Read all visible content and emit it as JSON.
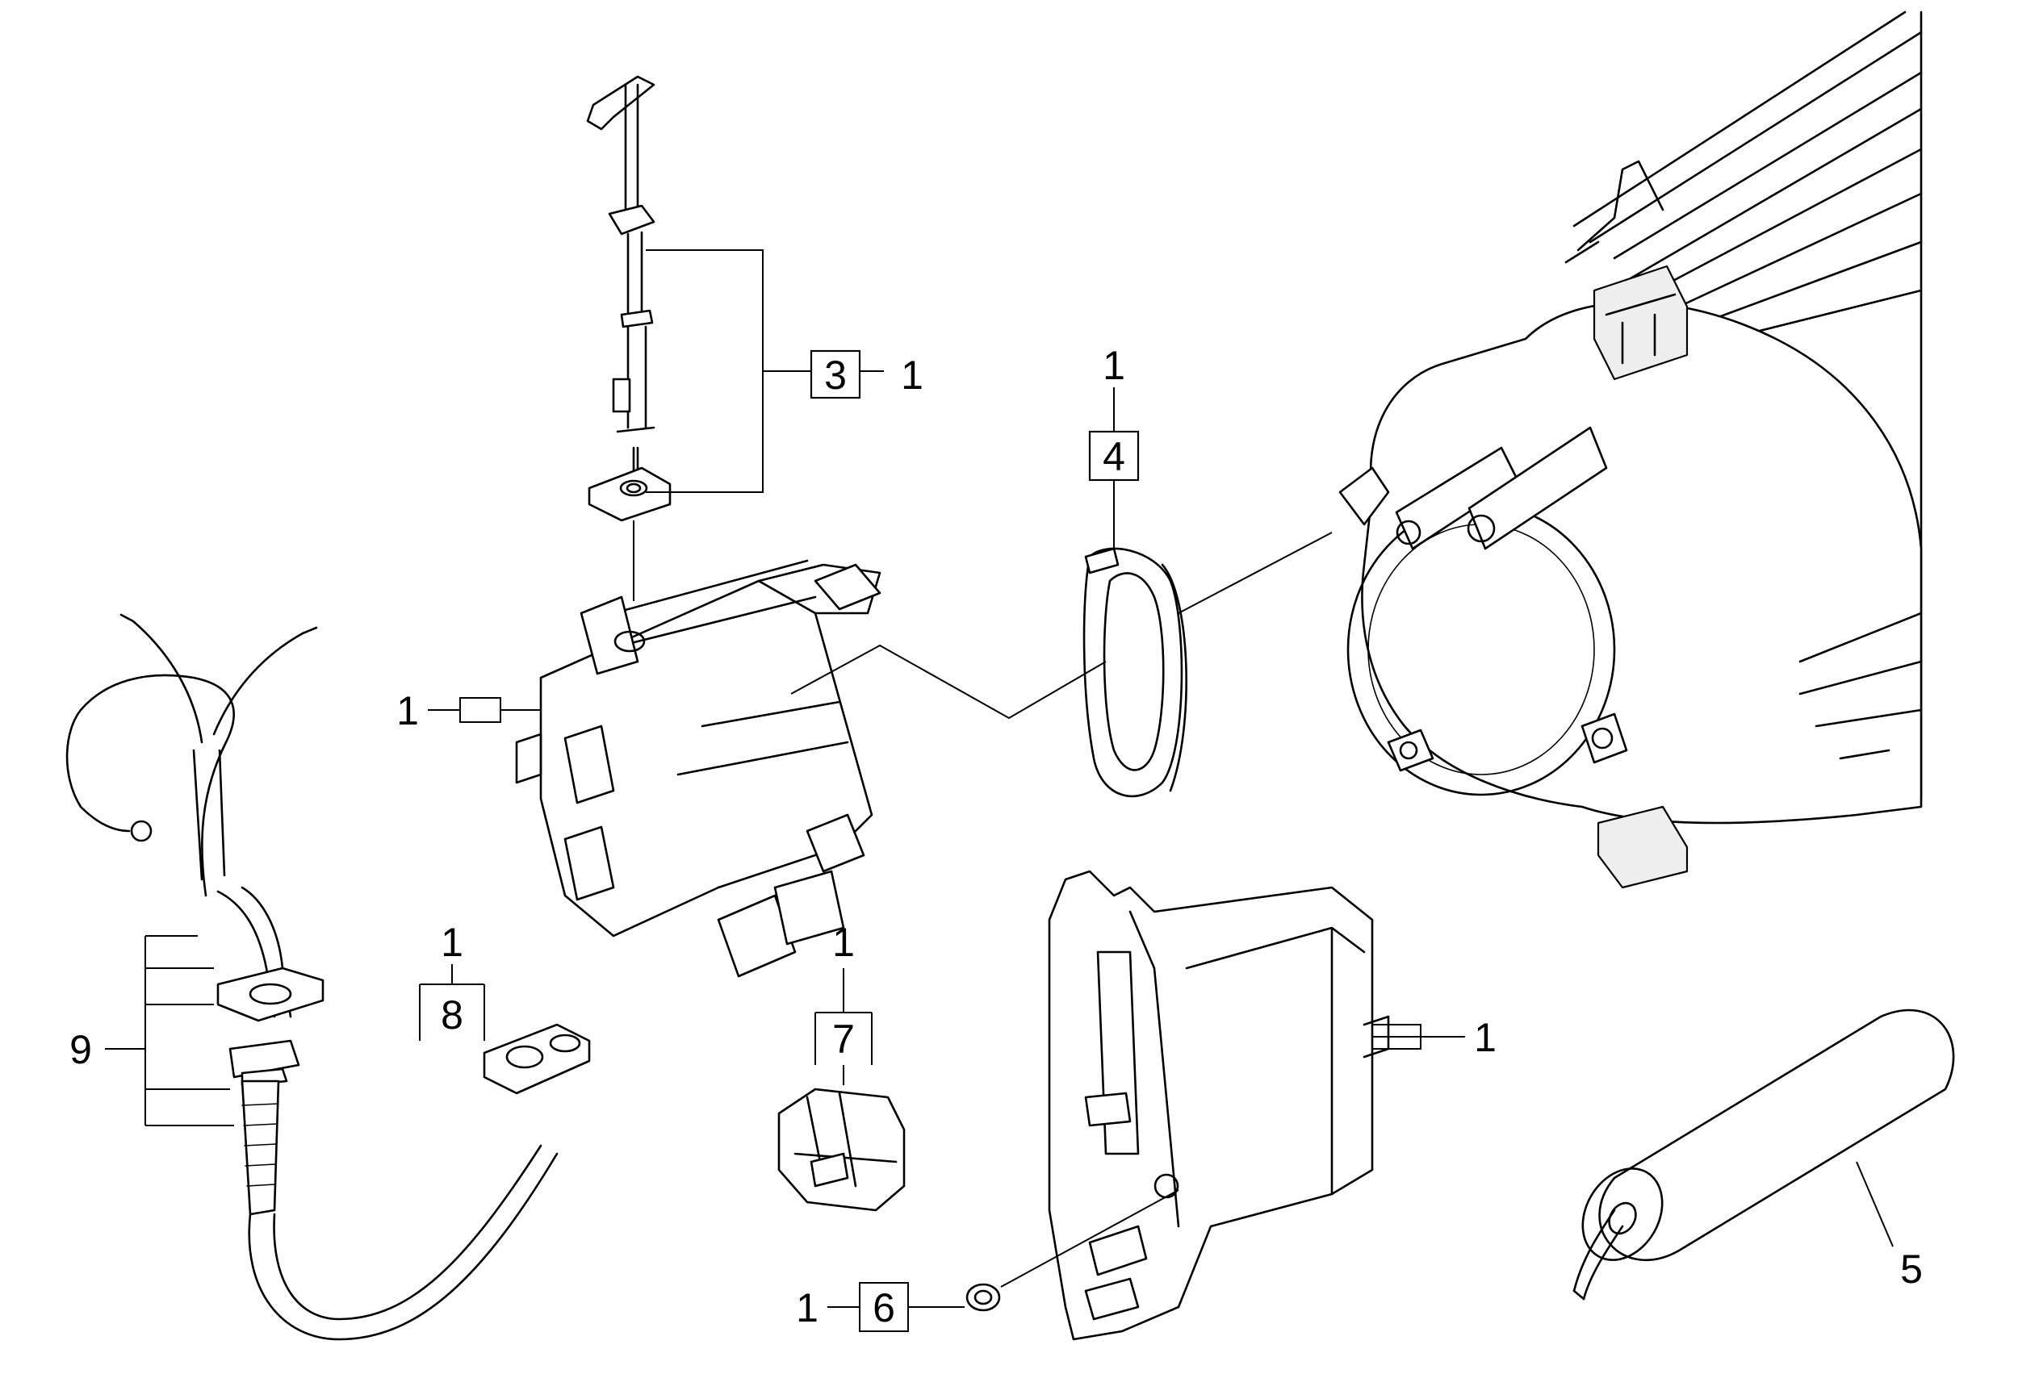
{
  "callouts": {
    "c1": {
      "item": "3",
      "qty": "1"
    },
    "c2": {
      "item": "4",
      "qty": "1"
    },
    "c3": {
      "qty": "1"
    },
    "c4": {
      "item": "8",
      "qty": "1"
    },
    "c5": {
      "item": "7",
      "qty": "1"
    },
    "c6": {
      "qty": "1"
    },
    "c7": {
      "item": "9"
    },
    "c8": {
      "item": "5"
    },
    "c9": {
      "item": "6",
      "qty": "1"
    }
  }
}
